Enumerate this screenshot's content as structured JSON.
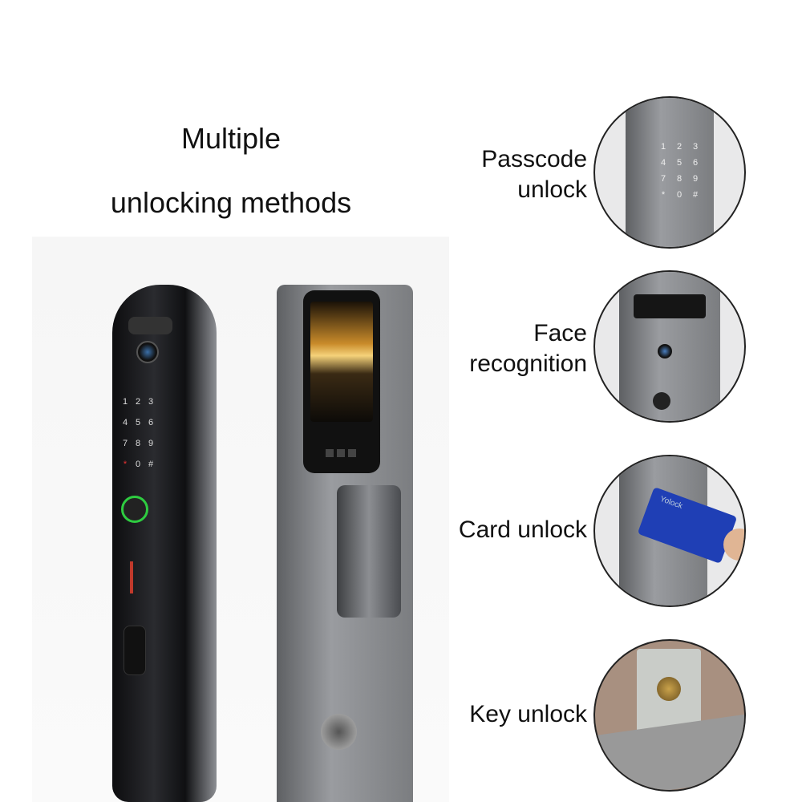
{
  "title": {
    "line1": "Multiple",
    "line2": "unlocking methods"
  },
  "methods": [
    {
      "label_line1": "Passcode",
      "label_line2": "unlock"
    },
    {
      "label_line1": "Face",
      "label_line2": "recognition"
    },
    {
      "label_line1": "Card unlock",
      "label_line2": ""
    },
    {
      "label_line1": "Key unlock",
      "label_line2": ""
    }
  ],
  "keypad": [
    "1",
    "2",
    "3",
    "4",
    "5",
    "6",
    "7",
    "8",
    "9",
    "*",
    "0",
    "#"
  ],
  "card_brand": "Yolock",
  "colors": {
    "card": "#1f3fb5",
    "fingerprint_ring": "#2ecc40",
    "handle": "#1c1d20",
    "plate": "#8a8c90"
  }
}
